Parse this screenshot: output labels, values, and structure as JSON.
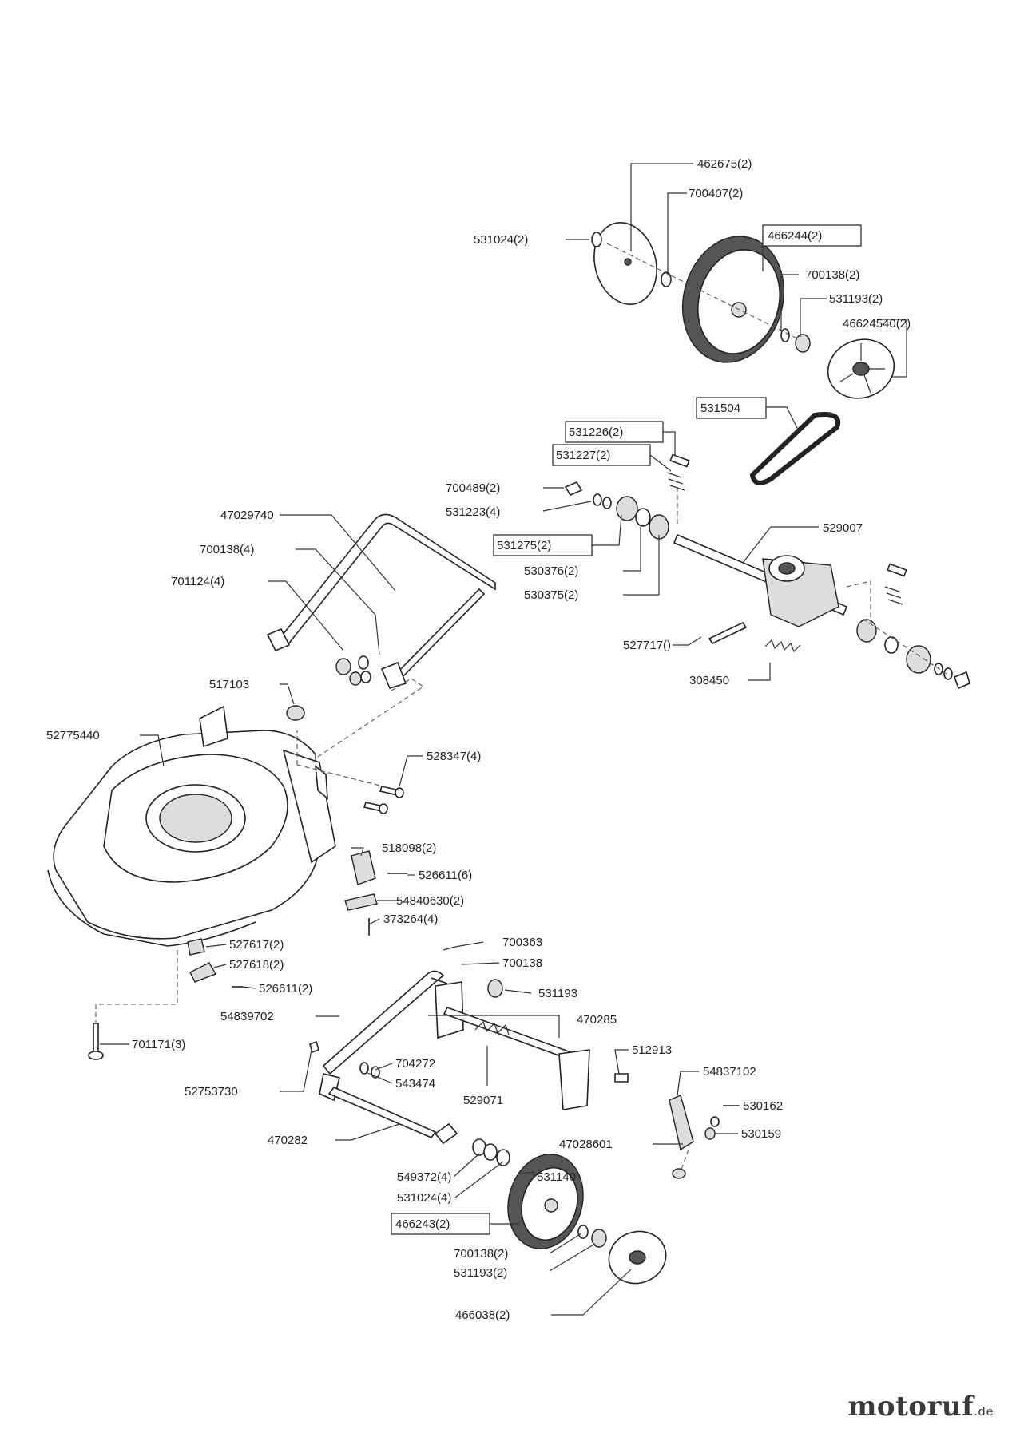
{
  "labels": {
    "p462675": "462675(2)",
    "p700407": "700407(2)",
    "p531024a": "531024(2)",
    "p466244": "466244(2)",
    "p700138a": "700138(2)",
    "p531193a": "531193(2)",
    "p46624540": "46624540(2)",
    "p531504": "531504",
    "p531226": "531226(2)",
    "p531227": "531227(2)",
    "p700489": "700489(2)",
    "p531223": "531223(4)",
    "p47029740": "47029740",
    "p529007": "529007",
    "p531275": "531275(2)",
    "p700138b": "700138(4)",
    "p530376": "530376(2)",
    "p701124": "701124(4)",
    "p530375": "530375(2)",
    "p527717": "527717()",
    "p517103": "517103",
    "p308450": "308450",
    "p52775440": "52775440",
    "p528347": "528347(4)",
    "p518098": "518098(2)",
    "p526611a": "526611(6)",
    "p54840630": "54840630(2)",
    "p373264": "373264(4)",
    "p527617": "527617(2)",
    "p700363": "700363",
    "p527618": "527618(2)",
    "p700138c": "700138",
    "p526611b": "526611(2)",
    "p531193b": "531193",
    "p54839702": "54839702",
    "p470285": "470285",
    "p701171": "701171(3)",
    "p512913": "512913",
    "p704272": "704272",
    "p54837102": "54837102",
    "p52753730": "52753730",
    "p543474": "543474",
    "p529071": "529071",
    "p530162": "530162",
    "p530159": "530159",
    "p470282": "470282",
    "p47028601": "47028601",
    "p549372": "549372(4)",
    "p531140": "531140",
    "p531024b": "531024(4)",
    "p466243": "466243(2)",
    "p700138d": "700138(2)",
    "p531193c": "531193(2)",
    "p466038": "466038(2)"
  },
  "watermark": {
    "name": "motoruf",
    "tld": ".de"
  }
}
